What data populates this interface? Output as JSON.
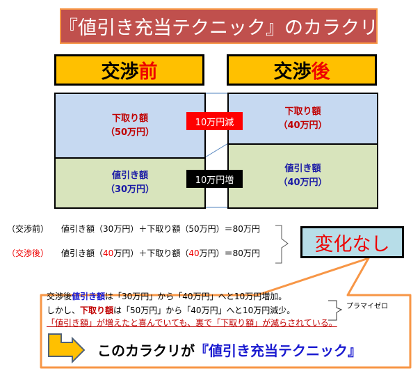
{
  "title": "『値引き充当テクニック』のカラクリ",
  "before": {
    "header_a": "交渉",
    "header_b": "前",
    "trade_label": "下取り額",
    "trade_value": "（50万円）",
    "discount_label": "値引き額",
    "discount_value": "（30万円）"
  },
  "after": {
    "header_a": "交渉",
    "header_b": "後",
    "trade_label": "下取り額",
    "trade_value": "（40万円）",
    "discount_label": "値引き額",
    "discount_value": "（40万円）"
  },
  "tags": {
    "decrease": "10万円減",
    "increase": "10万円増"
  },
  "formulas": [
    {
      "label": "（交渉前）",
      "p1": "値引き額（",
      "v1": "30",
      "p2": "万円）＋下取り額（",
      "v2": "50",
      "p3": "万円）＝80万円"
    },
    {
      "label": "（交渉後）",
      "p1": "値引き額（",
      "v1": "40",
      "p2": "万円）＋下取り額（",
      "v2": "40",
      "p3": "万円）＝80万円"
    }
  ],
  "result": "変化なし",
  "callout": {
    "l1a": "交渉後",
    "l1b": "値引き額",
    "l1c": "は「30万円」から「40万円」へと10万円増加。",
    "l2a": "しかし、",
    "l2b": "下取り額",
    "l2c": "は「50万円」から「40万円」へと10万円減少。",
    "note": "プラマイゼロ",
    "l3": "「値引き額」が増えたと喜んでいても、裏で「下取り額」が減らされている。",
    "concl_a": "このカラクリが",
    "concl_b": "『値引き充当テクニック』"
  }
}
